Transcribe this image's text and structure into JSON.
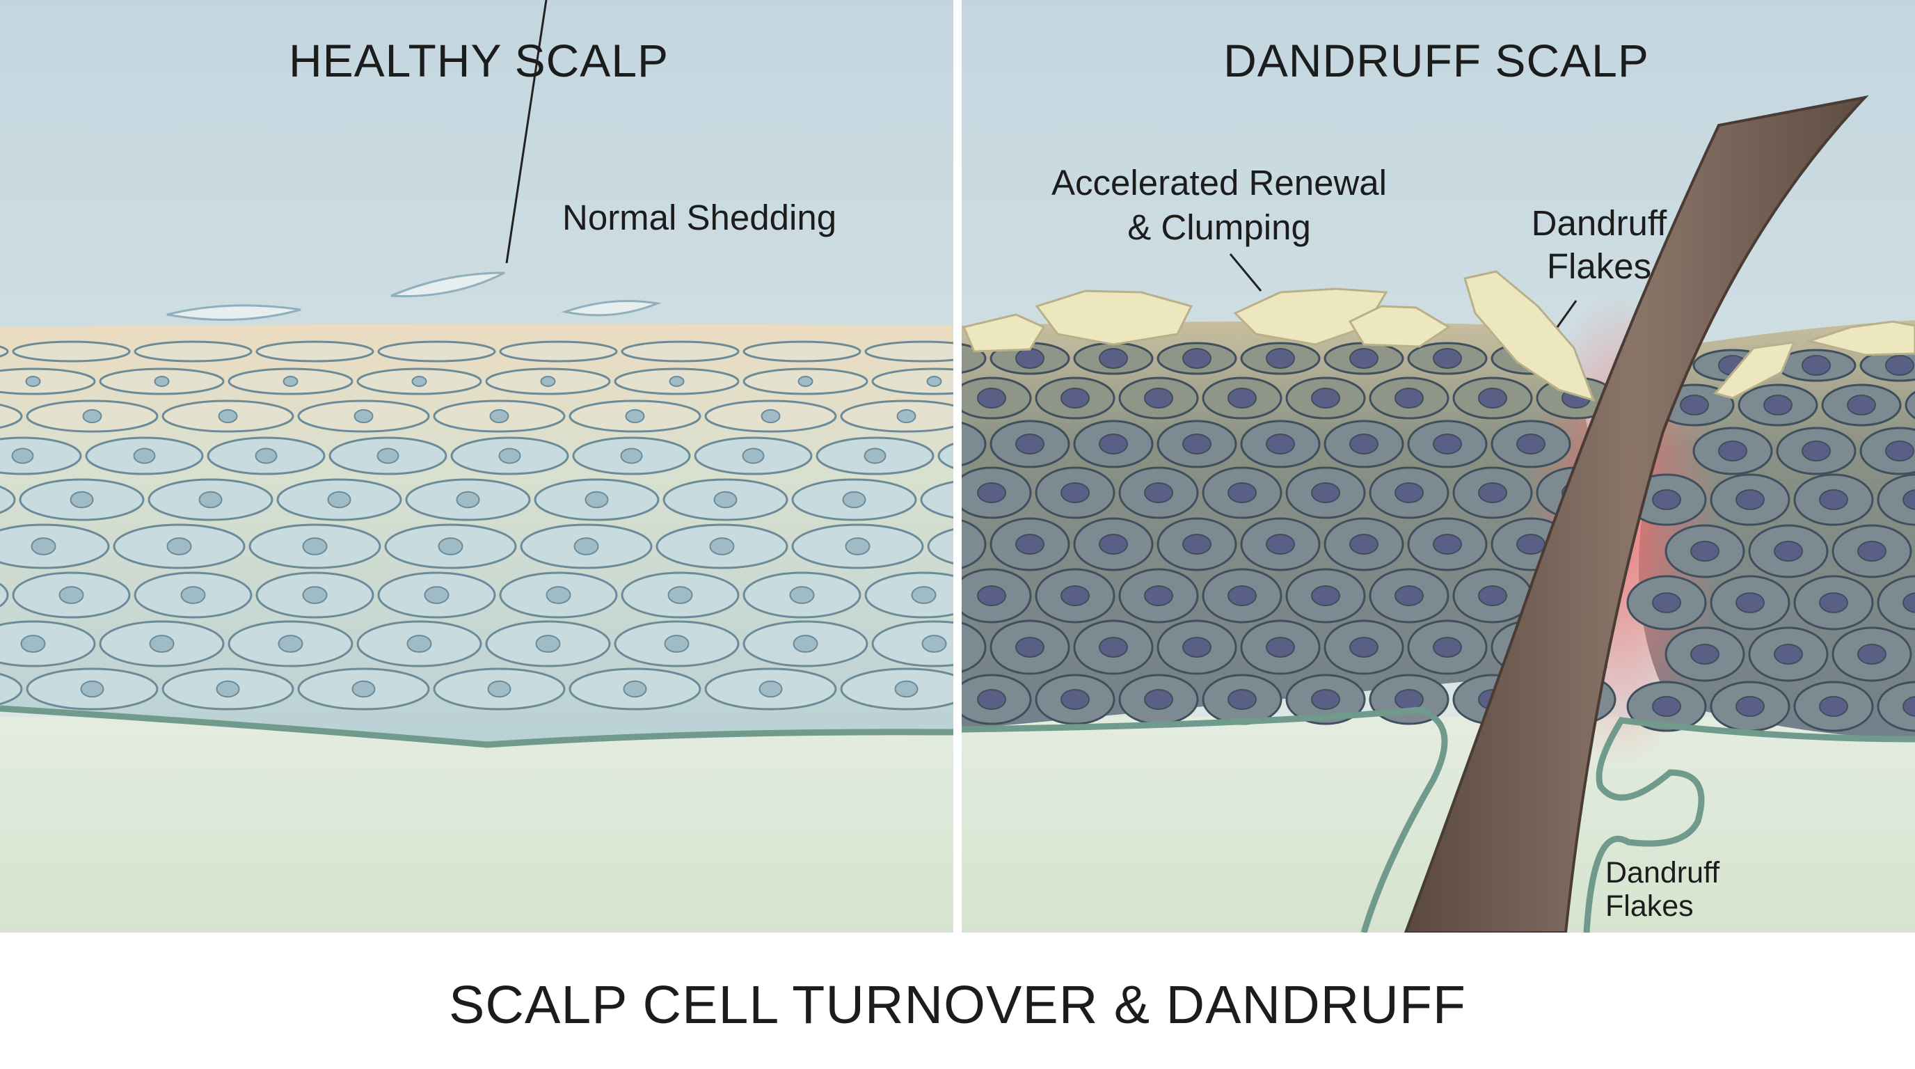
{
  "panels": {
    "healthy": {
      "title": "HEALTHY SCALP",
      "label_shedding": "Normal Shedding"
    },
    "dandruff": {
      "title": "DANDRUFF SCALP",
      "label_renewal_line1": "Accelerated Renewal",
      "label_renewal_line2": "& Clumping",
      "label_flakes_line1": "Dandruff",
      "label_flakes_line2": "Flakes",
      "label_follicle_line1": "Dandruff",
      "label_follicle_line2": "Flakes"
    }
  },
  "caption": "SCALP CELL TURNOVER & DANDRUFF",
  "colors": {
    "sky_top": "#c4d8e0",
    "sky_bottom": "#dfe9e6",
    "healthy_cell": "#cfe0e2",
    "healthy_outline": "#6f8f9c",
    "dandruff_cell": "#7f8d92",
    "dandruff_nucleus": "#5a5f86",
    "flake": "#ece6bc",
    "hair": "#6f5b50",
    "inflammation": "#e8707a",
    "dermis": "#dfe8d8",
    "divider": "#ffffff"
  }
}
